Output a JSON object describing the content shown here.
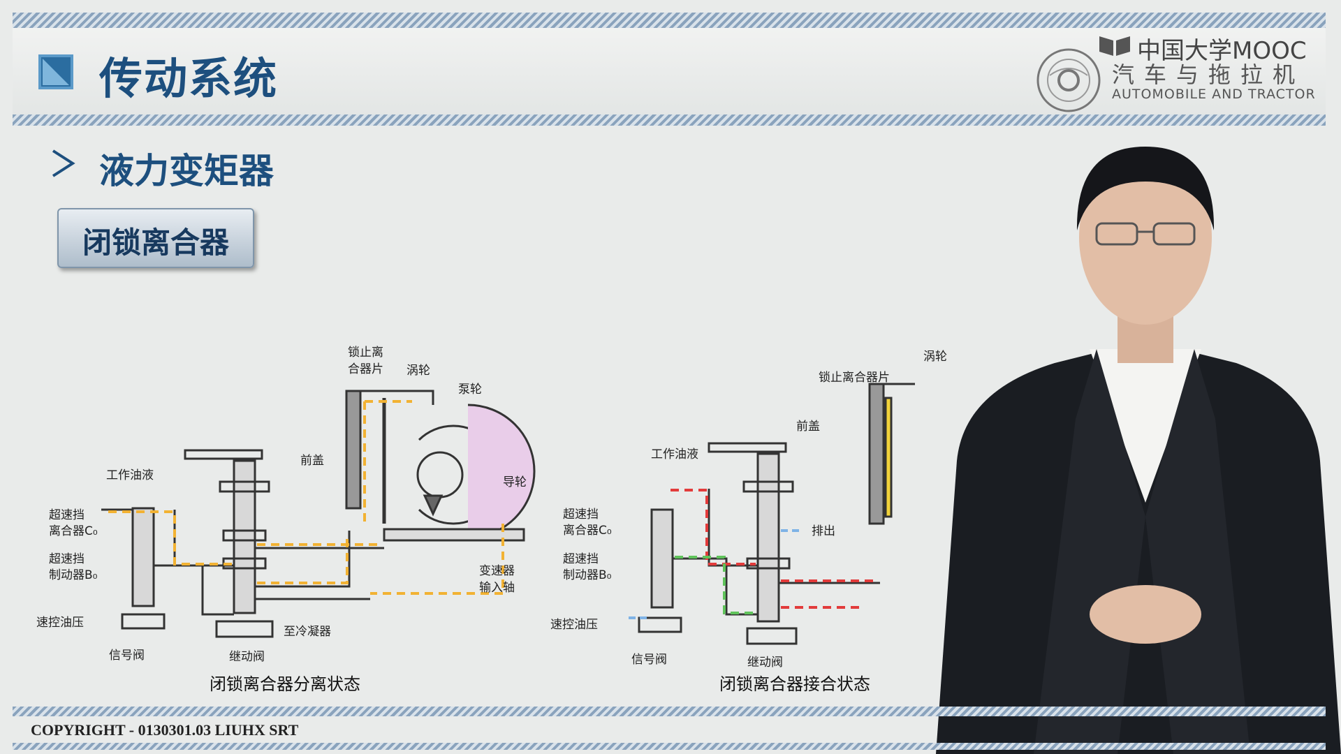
{
  "header": {
    "title": "传动系统"
  },
  "logo": {
    "brand": "中国大学MOOC",
    "cn": "汽车与拖拉机",
    "en": "AUTOMOBILE AND TRACTOR"
  },
  "section": {
    "subtitle": "液力变矩器",
    "badge": "闭锁离合器"
  },
  "diagram_left": {
    "caption": "闭锁离合器分离状态",
    "labels": {
      "lockup_plate_1": "锁止离",
      "lockup_plate_2": "合器片",
      "turbine": "涡轮",
      "pump": "泵轮",
      "front_cover": "前盖",
      "stator": "导轮",
      "working_fluid": "工作油液",
      "od_clutch_1": "超速挡",
      "od_clutch_2": "离合器C₀",
      "od_brake_1": "超速挡",
      "od_brake_2": "制动器B₀",
      "governor": "速控油压",
      "signal_valve": "信号阀",
      "relay_valve": "继动阀",
      "to_cooler": "至冷凝器",
      "input_shaft_1": "变速器",
      "input_shaft_2": "输入轴"
    }
  },
  "diagram_right": {
    "caption": "闭锁离合器接合状态",
    "labels": {
      "turbine": "涡轮",
      "lockup_plate": "锁止离合器片",
      "front_cover": "前盖",
      "working_fluid": "工作油液",
      "exhaust": "排出",
      "od_clutch_1": "超速挡",
      "od_clutch_2": "离合器C₀",
      "od_brake_1": "超速挡",
      "od_brake_2": "制动器B₀",
      "governor": "速控油压",
      "signal_valve": "信号阀",
      "relay_valve": "继动阀"
    }
  },
  "footer": {
    "copyright": "COPYRIGHT - 0130301.03 LIUHX SRT"
  },
  "colors": {
    "accent": "#1d4f7e",
    "flow_yellow": "#f2b233",
    "flow_red": "#e23b3b",
    "flow_green": "#5fc35a",
    "flow_blue": "#7fb3e6",
    "pump_pink": "#e9cde9"
  }
}
